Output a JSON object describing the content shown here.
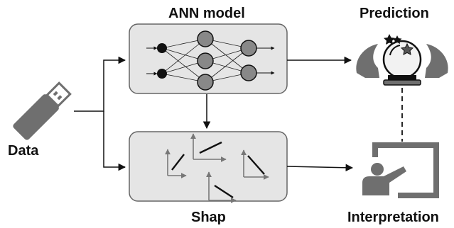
{
  "labels": {
    "ann_model": "ANN model",
    "prediction": "Prediction",
    "data": "Data",
    "shap": "Shap",
    "interpretation": "Interpretation"
  },
  "colors": {
    "box_fill": "#e5e5e5",
    "box_stroke": "#666666",
    "node_dark": "#111111",
    "node_gray": "#888888",
    "icon_gray": "#6f6f6f",
    "arrow": "#111111"
  },
  "icons": {
    "data": "usb-drive-icon",
    "prediction": "crystal-ball-hands-icon",
    "interpretation": "presenter-board-icon"
  }
}
